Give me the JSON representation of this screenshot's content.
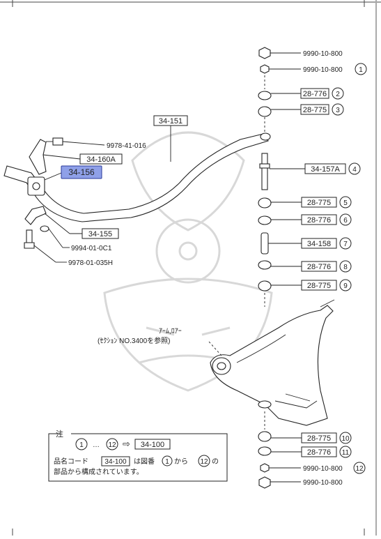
{
  "diagram": {
    "labels_top_right": [
      {
        "text": "9990-10-800",
        "num": ""
      },
      {
        "text": "9990-10-800",
        "num": "1"
      }
    ],
    "boxed_right": [
      {
        "code": "28-776",
        "num": "2"
      },
      {
        "code": "28-775",
        "num": "3"
      },
      {
        "code": "34-157A",
        "num": "4"
      },
      {
        "code": "28-775",
        "num": "5"
      },
      {
        "code": "28-776",
        "num": "6"
      },
      {
        "code": "34-158",
        "num": "7"
      },
      {
        "code": "28-776",
        "num": "8"
      },
      {
        "code": "28-775",
        "num": "9"
      },
      {
        "code": "28-775",
        "num": "10"
      },
      {
        "code": "28-776",
        "num": "11"
      }
    ],
    "labels_bottom_right": [
      {
        "text": "9990-10-800",
        "num": "12"
      },
      {
        "text": "9990-10-800",
        "num": ""
      }
    ],
    "stabilizer_bar": "34-151",
    "bolt_top": "9978-41-016",
    "bracket_a": "34-160A",
    "bushing_highlighted": "34-156",
    "bracket_b": "34-155",
    "nut_left": "9994-01-0C1",
    "bolt_left": "9978-01-035H",
    "arm_note_line1": "ｱｰﾑ,ﾛｱｰ",
    "arm_note_line2": "(ｾｸｼｮﾝ NO.3400を参照)",
    "note": {
      "title": "注",
      "start_num": "1",
      "dots": "…",
      "end_num": "12",
      "arrow": "⇨",
      "assembly_code": "34-100",
      "line2_prefix": "品名コード",
      "line2_code": "34-100",
      "line2_mid": "は図番",
      "line2_a": "1",
      "line2_from": "から",
      "line2_b": "12",
      "line2_suffix": "の",
      "line3": "部品から構成されています。"
    }
  }
}
